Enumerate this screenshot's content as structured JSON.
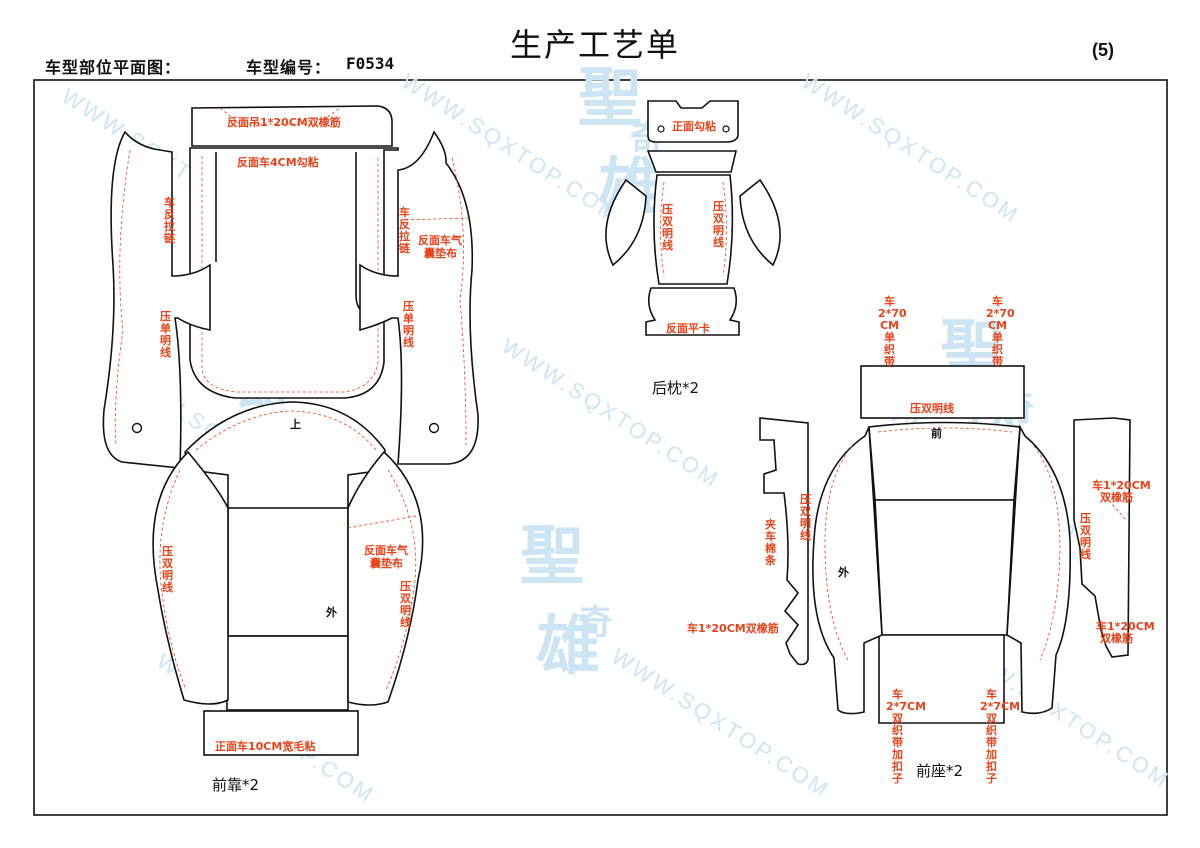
{
  "header": {
    "title": "生产工艺单",
    "page_number": "(5)",
    "section_label": "车型部位平面图：",
    "model_label": "车型编号：",
    "model_code": "F0534"
  },
  "watermark": {
    "url_text": "WWW.SQXTOP.COM",
    "logo_main": "聖",
    "logo_sub": "奇",
    "logo_main2": "雄"
  },
  "colors": {
    "annotation": "#e8431a",
    "outline": "#111111",
    "watermark": "#cfe5f3"
  },
  "groups": {
    "front_back": {
      "caption": "前靠*2",
      "labels": {
        "top_strip": "反面吊1*20CM双橡筋",
        "top_panel": "反面车4CM勾粘",
        "left_zipper": [
          "车",
          "反",
          "拉",
          "链"
        ],
        "right_zipper": [
          "车",
          "反",
          "拉",
          "链"
        ],
        "airbag_top": [
          "反面车气",
          "囊垫布"
        ],
        "left_arm_line": [
          "压",
          "单",
          "明",
          "线"
        ],
        "right_arm_line": [
          "压",
          "单",
          "明",
          "线"
        ],
        "mark_up": "上",
        "left_lower_line": [
          "压",
          "双",
          "明",
          "线"
        ],
        "airbag_lower": [
          "反面车气",
          "囊垫布"
        ],
        "right_lower_line": [
          "压",
          "双",
          "明",
          "线"
        ],
        "mark_out": "外",
        "bottom_strip": "正面车10CM宽毛粘"
      }
    },
    "headrest": {
      "caption": "后枕*2",
      "labels": {
        "hook": "正面勾粘",
        "left_line": [
          "压",
          "双",
          "明",
          "线"
        ],
        "right_line": [
          "压",
          "双",
          "明",
          "线"
        ],
        "bottom_card": "反面平卡"
      }
    },
    "front_seat": {
      "caption": "前座*2",
      "labels": {
        "strap_left": [
          "车",
          "2*70",
          "CM",
          "单",
          "织",
          "带"
        ],
        "strap_right": [
          "车",
          "2*70",
          "CM",
          "单",
          "织",
          "带"
        ],
        "top_line": "压双明线",
        "mark_front": "前",
        "left_line": [
          "压",
          "双",
          "明",
          "线"
        ],
        "left_cotton": [
          "夹",
          "车",
          "棉",
          "条"
        ],
        "mark_out": "外",
        "left_elastic": "车1*20CM双橡筋",
        "right_elastic_top": [
          "车1*20CM",
          "双橡筋"
        ],
        "right_line": [
          "压",
          "双",
          "明",
          "线"
        ],
        "right_elastic_bottom": [
          "车1*20CM",
          "双橡筋"
        ],
        "bottom_left": [
          "车",
          "2*7CM",
          "双",
          "织",
          "带",
          "加",
          "扣",
          "子"
        ],
        "bottom_right": [
          "车",
          "2*7CM",
          "双",
          "织",
          "带",
          "加",
          "扣",
          "子"
        ]
      }
    }
  }
}
